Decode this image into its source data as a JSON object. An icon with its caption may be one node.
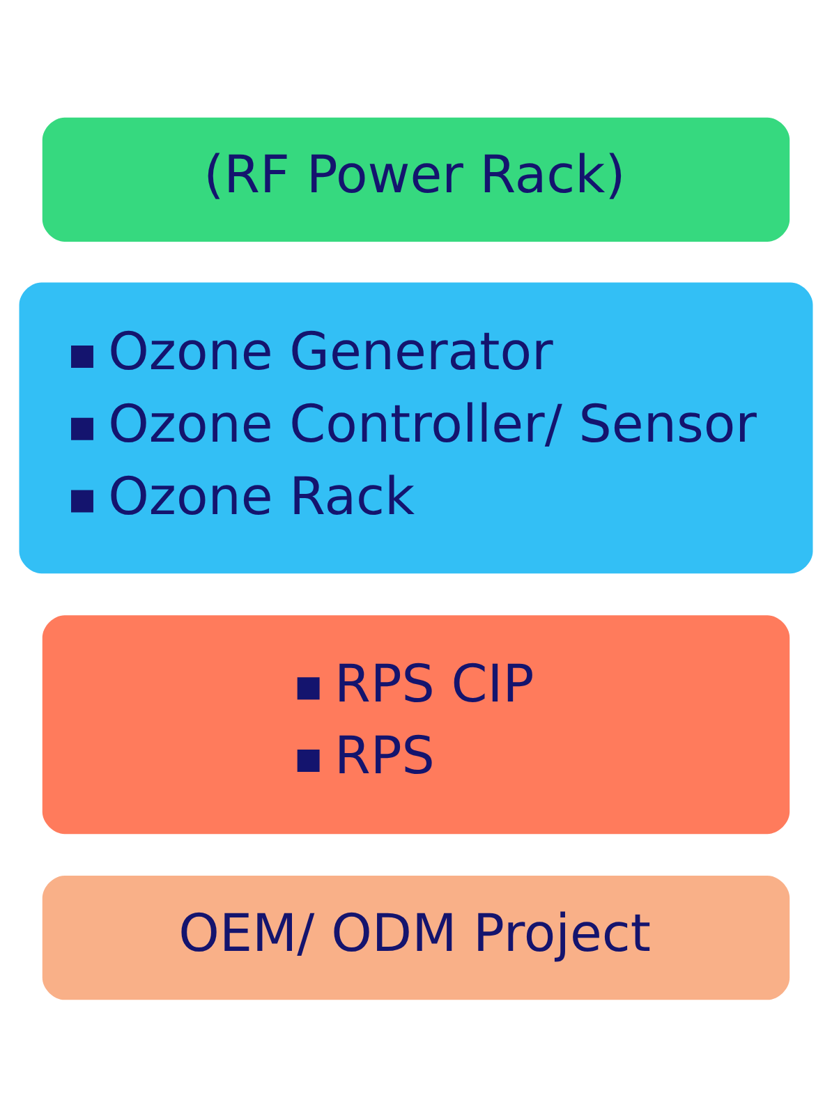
{
  "diagram": {
    "nodes": [
      {
        "text": [
          "(RF Power Rack)"
        ]
      },
      {
        "text": [
          "Ozone Generator",
          "Ozone Controller/ Sensor",
          "Ozone Rack"
        ]
      },
      {
        "text": [
          "RPS CIP",
          "RPS"
        ]
      },
      {
        "text": [
          "OEM/ ODM Project"
        ]
      }
    ]
  }
}
